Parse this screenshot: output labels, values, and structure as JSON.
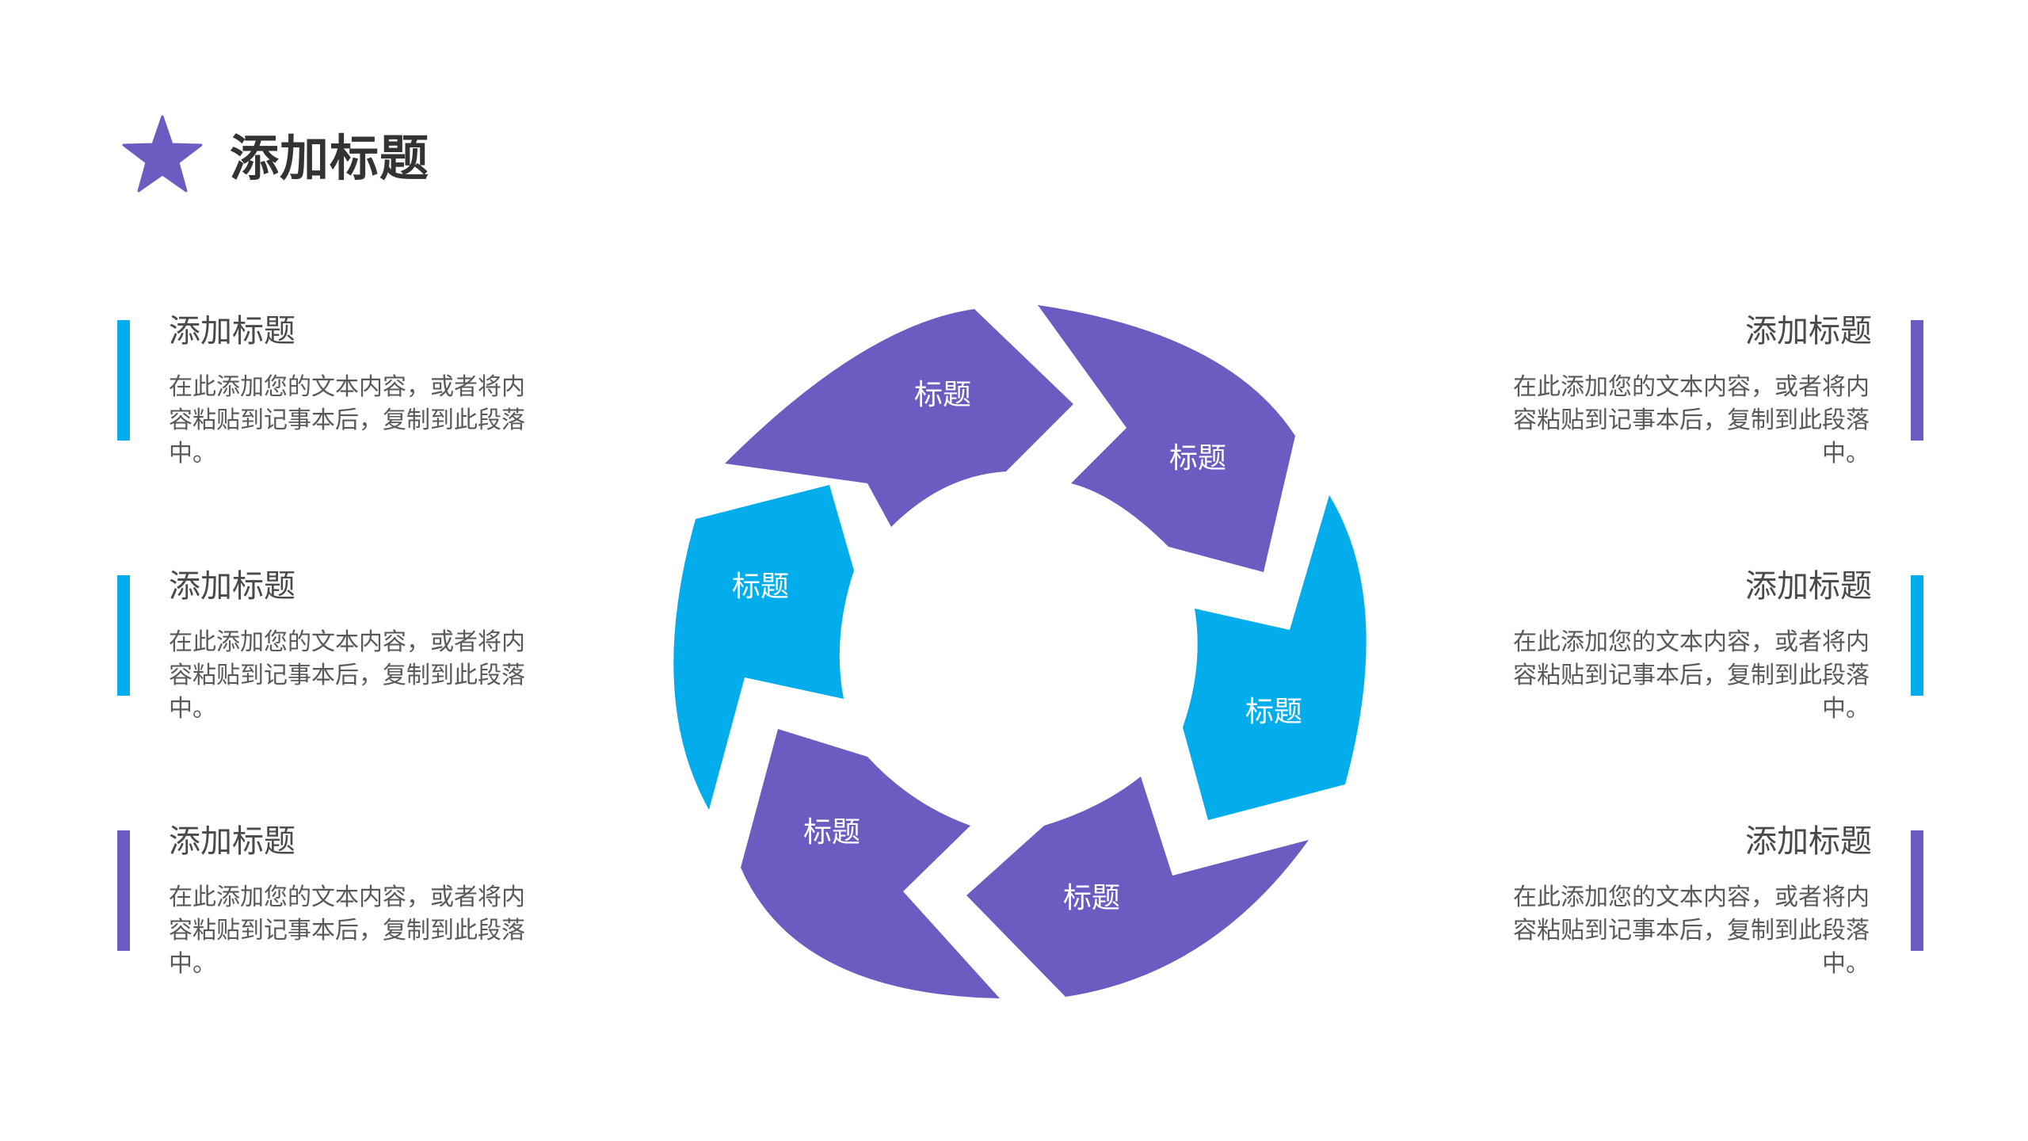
{
  "header": {
    "title": "添加标题"
  },
  "colors": {
    "purple": "#6c5cc2",
    "blue": "#03adeb",
    "heading": "#4a4a4a",
    "body": "#595959"
  },
  "left_blocks": [
    {
      "heading": "添加标题",
      "body": "在此添加您的文本内容，或者将内容粘贴到记事本后，复制到此段落中。",
      "bar_color": "#03adeb"
    },
    {
      "heading": "添加标题",
      "body": "在此添加您的文本内容，或者将内容粘贴到记事本后，复制到此段落中。",
      "bar_color": "#03adeb"
    },
    {
      "heading": "添加标题",
      "body": "在此添加您的文本内容，或者将内容粘贴到记事本后，复制到此段落中。",
      "bar_color": "#6c5cc2"
    }
  ],
  "right_blocks": [
    {
      "heading": "添加标题",
      "body": "在此添加您的文本内容，或者将内容粘贴到记事本后，复制到此段落中。",
      "bar_color": "#6c5cc2"
    },
    {
      "heading": "添加标题",
      "body": "在此添加您的文本内容，或者将内容粘贴到记事本后，复制到此段落中。",
      "bar_color": "#03adeb"
    },
    {
      "heading": "添加标题",
      "body": "在此添加您的文本内容，或者将内容粘贴到记事本后，复制到此段落中。",
      "bar_color": "#6c5cc2"
    }
  ],
  "cycle": {
    "segments": [
      {
        "label": "标题",
        "color": "#6c5cc2"
      },
      {
        "label": "标题",
        "color": "#6c5cc2"
      },
      {
        "label": "标题",
        "color": "#03adeb"
      },
      {
        "label": "标题",
        "color": "#6c5cc2"
      },
      {
        "label": "标题",
        "color": "#6c5cc2"
      },
      {
        "label": "标题",
        "color": "#03adeb"
      }
    ]
  }
}
